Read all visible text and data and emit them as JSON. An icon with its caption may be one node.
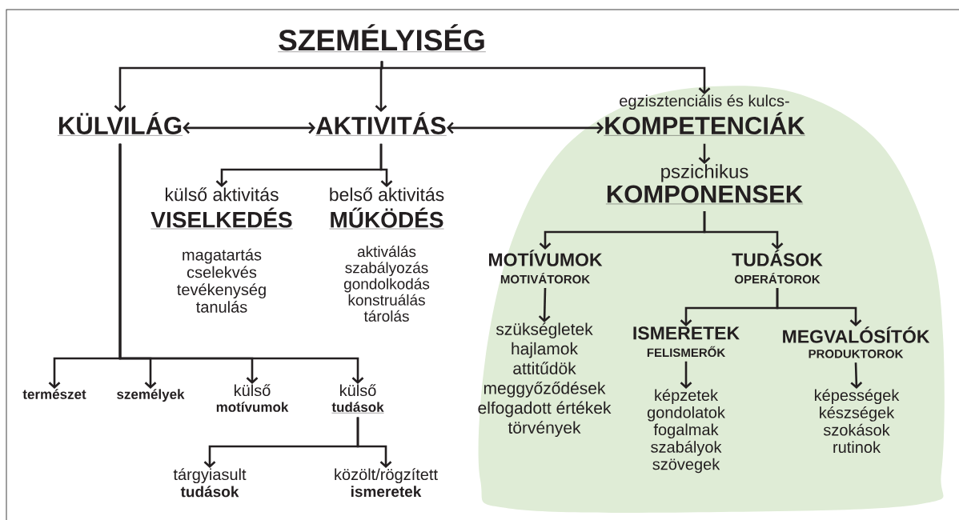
{
  "diagram": {
    "nodes": [
      {
        "text": [
          "SZEMÉLYISÉG"
        ]
      },
      {
        "text": [
          "KÜLVILÁG"
        ]
      },
      {
        "text": [
          "AKTIVITÁS"
        ]
      },
      {
        "text": [
          "egzisztenciális és kulcs-",
          "KOMPETENCIÁK"
        ]
      },
      {
        "text": [
          "külső aktivitás",
          "VISELKEDÉS",
          "magatartás",
          "cselekvés",
          "tevékenység",
          "tanulás"
        ]
      },
      {
        "text": [
          "belső aktivitás",
          "MŰKÖDÉS",
          "aktiválás",
          "szabályozás",
          "gondolkodás",
          "konstruálás",
          "tárolás"
        ]
      },
      {
        "text": [
          "pszichikus",
          "KOMPONENSEK"
        ]
      },
      {
        "text": [
          "természet"
        ]
      },
      {
        "text": [
          "személyek"
        ]
      },
      {
        "text": [
          "külső",
          "motívumok"
        ]
      },
      {
        "text": [
          "külső",
          "tudások"
        ]
      },
      {
        "text": [
          "tárgyiasult",
          "tudások"
        ]
      },
      {
        "text": [
          "közölt/rögzített",
          "ismeretek"
        ]
      },
      {
        "text": [
          "MOTÍVUMOK",
          "MOTIVÁTOROK"
        ]
      },
      {
        "text": [
          "TUDÁSOK",
          "OPERÁTOROK"
        ]
      },
      {
        "text": [
          "szükségletek",
          "hajlamok",
          "attitűdök",
          "meggyőződések",
          "elfogadott értékek",
          "törvények"
        ]
      },
      {
        "text": [
          "ISMERETEK",
          "FELISMERŐK"
        ]
      },
      {
        "text": [
          "MEGVALÓSÍTÓK",
          "PRODUKTOROK"
        ]
      },
      {
        "text": [
          "képzetek",
          "gondolatok",
          "fogalmak",
          "szabályok",
          "szövegek"
        ]
      },
      {
        "text": [
          "képességek",
          "készségek",
          "szokások",
          "rutinok"
        ]
      }
    ],
    "edges": [
      {
        "from": 0,
        "to": 1,
        "arrow": "to"
      },
      {
        "from": 0,
        "to": 2,
        "arrow": "to"
      },
      {
        "from": 0,
        "to": 3,
        "arrow": "to"
      },
      {
        "from": 1,
        "to": 2,
        "arrow": "both"
      },
      {
        "from": 2,
        "to": 3,
        "arrow": "both"
      },
      {
        "from": 2,
        "to": 4,
        "arrow": "to"
      },
      {
        "from": 2,
        "to": 5,
        "arrow": "to"
      },
      {
        "from": 3,
        "to": 6,
        "arrow": "to"
      },
      {
        "from": 1,
        "to": 7,
        "arrow": "to"
      },
      {
        "from": 1,
        "to": 8,
        "arrow": "to"
      },
      {
        "from": 1,
        "to": 9,
        "arrow": "to"
      },
      {
        "from": 1,
        "to": 10,
        "arrow": "to"
      },
      {
        "from": 10,
        "to": 11,
        "arrow": "to"
      },
      {
        "from": 10,
        "to": 12,
        "arrow": "to"
      },
      {
        "from": 6,
        "to": 13,
        "arrow": "to"
      },
      {
        "from": 6,
        "to": 14,
        "arrow": "to"
      },
      {
        "from": 13,
        "to": 15,
        "arrow": "to"
      },
      {
        "from": 14,
        "to": 16,
        "arrow": "to"
      },
      {
        "from": 14,
        "to": 17,
        "arrow": "to"
      },
      {
        "from": 16,
        "to": 18,
        "arrow": "to"
      },
      {
        "from": 17,
        "to": 19,
        "arrow": "to"
      }
    ]
  }
}
